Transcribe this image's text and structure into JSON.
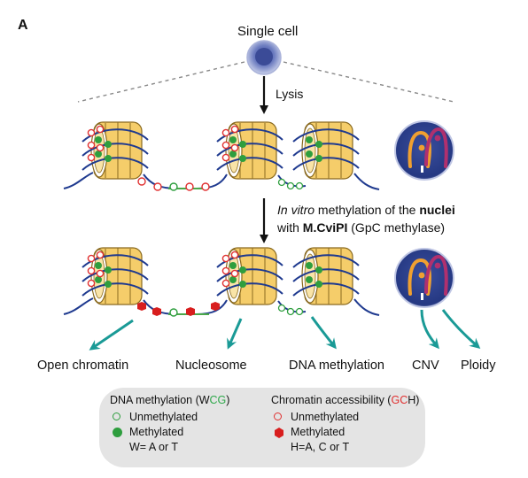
{
  "panel_label": "A",
  "top": {
    "cell_label": "Single cell",
    "lysis_label": "Lysis"
  },
  "middle": {
    "step_line1_italic": "In vitro",
    "step_line1_rest": " methylation of the ",
    "step_line1_bold": "nuclei",
    "step_line2_prefix": "with ",
    "step_line2_bold": "M.CviPI",
    "step_line2_rest": " (GpC methylase)"
  },
  "outputs": {
    "open_chromatin": "Open chromatin",
    "nucleosome": "Nucleosome",
    "dna_methylation": "DNA methylation",
    "cnv": "CNV",
    "ploidy": "Ploidy"
  },
  "legend": {
    "dna": {
      "title_prefix": "DNA methylation (W",
      "title_highlight": "CG",
      "title_suffix": ")",
      "unmethylated": "Unmethylated",
      "methylated": "Methylated",
      "note": "W= A or T"
    },
    "chromatin": {
      "title_prefix": "Chromatin accessibility (",
      "title_highlight": "GC",
      "title_suffix": "H)",
      "unmethylated": "Unmethylated",
      "methylated": "Methylated",
      "note": "H=A, C or T"
    }
  },
  "colors": {
    "dna_strand": "#1f3a8f",
    "linker": "#4aa84a",
    "nucleosome_fill": "#f5cd6a",
    "nucleosome_stroke": "#8a6a20",
    "cpg_methylated": "#2e9e3e",
    "gpc_red": "#e03030",
    "gpc_methylated_hex": "#d81e1e",
    "teal_arrow": "#1a9a96",
    "nucleus_fill": "#2b3f8e",
    "chromosome_orange": "#f0a030",
    "chromosome_purple": "#b0306e",
    "panel_bg": "#e4e4e4",
    "cg_highlight": "#2ea84a",
    "gc_highlight": "#e03030"
  }
}
